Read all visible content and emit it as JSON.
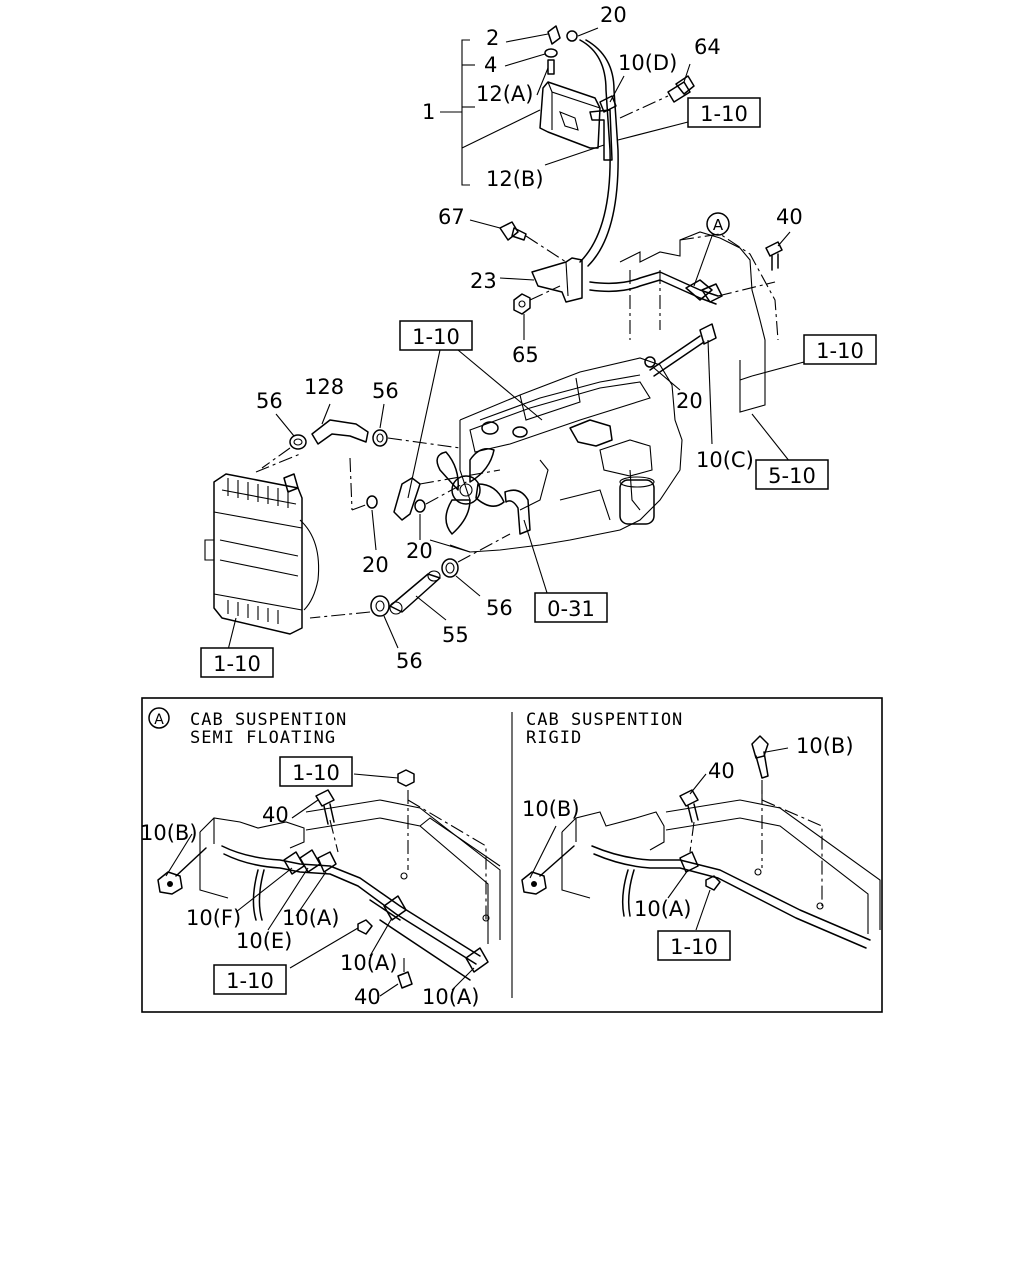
{
  "callouts": {
    "c2": "2",
    "c20_top": "20",
    "c4": "4",
    "c10d": "10(D)",
    "c64": "64",
    "c12a": "12(A)",
    "c1": "1",
    "c12b": "12(B)",
    "c67": "67",
    "c40_top": "40",
    "c23": "23",
    "c65": "65",
    "c20_right": "20",
    "c128": "128",
    "c56_left": "56",
    "c56_mid": "56",
    "c10c": "10(C)",
    "c20_lower_left": "20",
    "c20_lower_mid": "20",
    "c56_clamp": "56",
    "c55": "55",
    "c56_bottom": "56",
    "d_1_10b": "1-10",
    "d_10b_left": "10(B)",
    "d_40_left": "40",
    "d_10f": "10(F)",
    "d_10e": "10(E)",
    "d_10a_1": "10(A)",
    "d_10a_2": "10(A)",
    "d_40_bottom": "40",
    "d_10a_3": "10(A)",
    "d_10b_right_top": "10(B)",
    "d_40_right": "40",
    "d_10b_right": "10(B)",
    "d_10a_right": "10(A)"
  },
  "refboxes": {
    "r1": "1-10",
    "r2": "1-10",
    "r3": "1-10",
    "r4": "5-10",
    "r5": "0-31",
    "r6": "1-10",
    "d_r1": "1-10",
    "d_r2": "1-10",
    "d_r3": "1-10"
  },
  "detail": {
    "marker": "A",
    "left_heading_1": "CAB SUSPENTION",
    "left_heading_2": "SEMI FLOATING",
    "right_heading_1": "CAB SUSPENTION",
    "right_heading_2": "RIGID"
  }
}
